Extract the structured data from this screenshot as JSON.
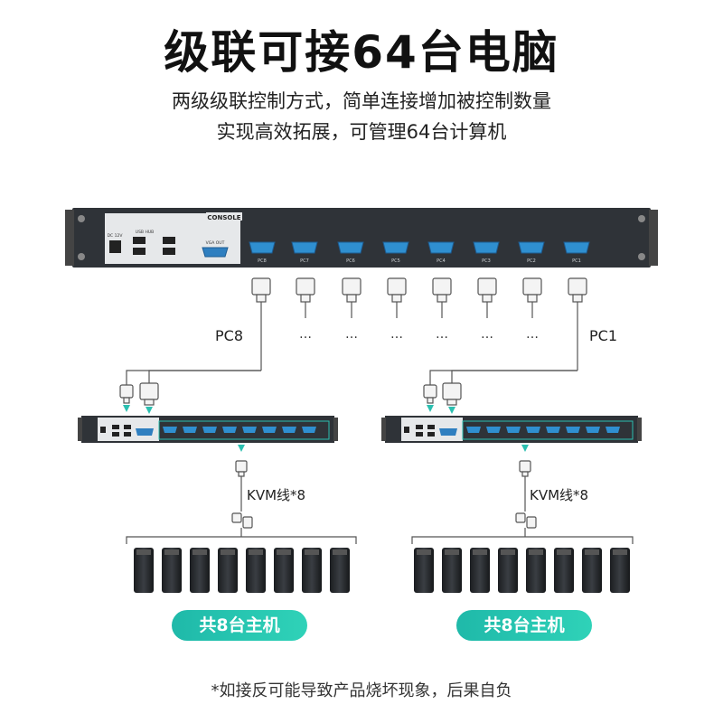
{
  "title": "级联可接64台电脑",
  "subtitle_lines": [
    "两级级联控制方式，简单连接增加被控制数量",
    "实现高效拓展，可管理64台计算机"
  ],
  "main_switch": {
    "console_label": "CONSOLE",
    "dc_label": "DC 12V",
    "usb_label": "USB HUB",
    "vga_out_label": "VGA OUT",
    "port_labels": [
      "PC8",
      "PC7",
      "PC6",
      "PC5",
      "PC4",
      "PC3",
      "PC2",
      "PC1"
    ]
  },
  "left_link_label": "PC8",
  "right_link_label": "PC1",
  "ellipsis": "…",
  "cable_label": "KVM线*8",
  "host_group_label": "共8台主机",
  "footnote": "*如接反可能导致产品烧坏现象，后果自负",
  "colors": {
    "accent": "#1fb9a9",
    "panel_dark": "#2f3338",
    "panel_plate": "#e6e8ea",
    "arrow": "#2bbfb0"
  }
}
